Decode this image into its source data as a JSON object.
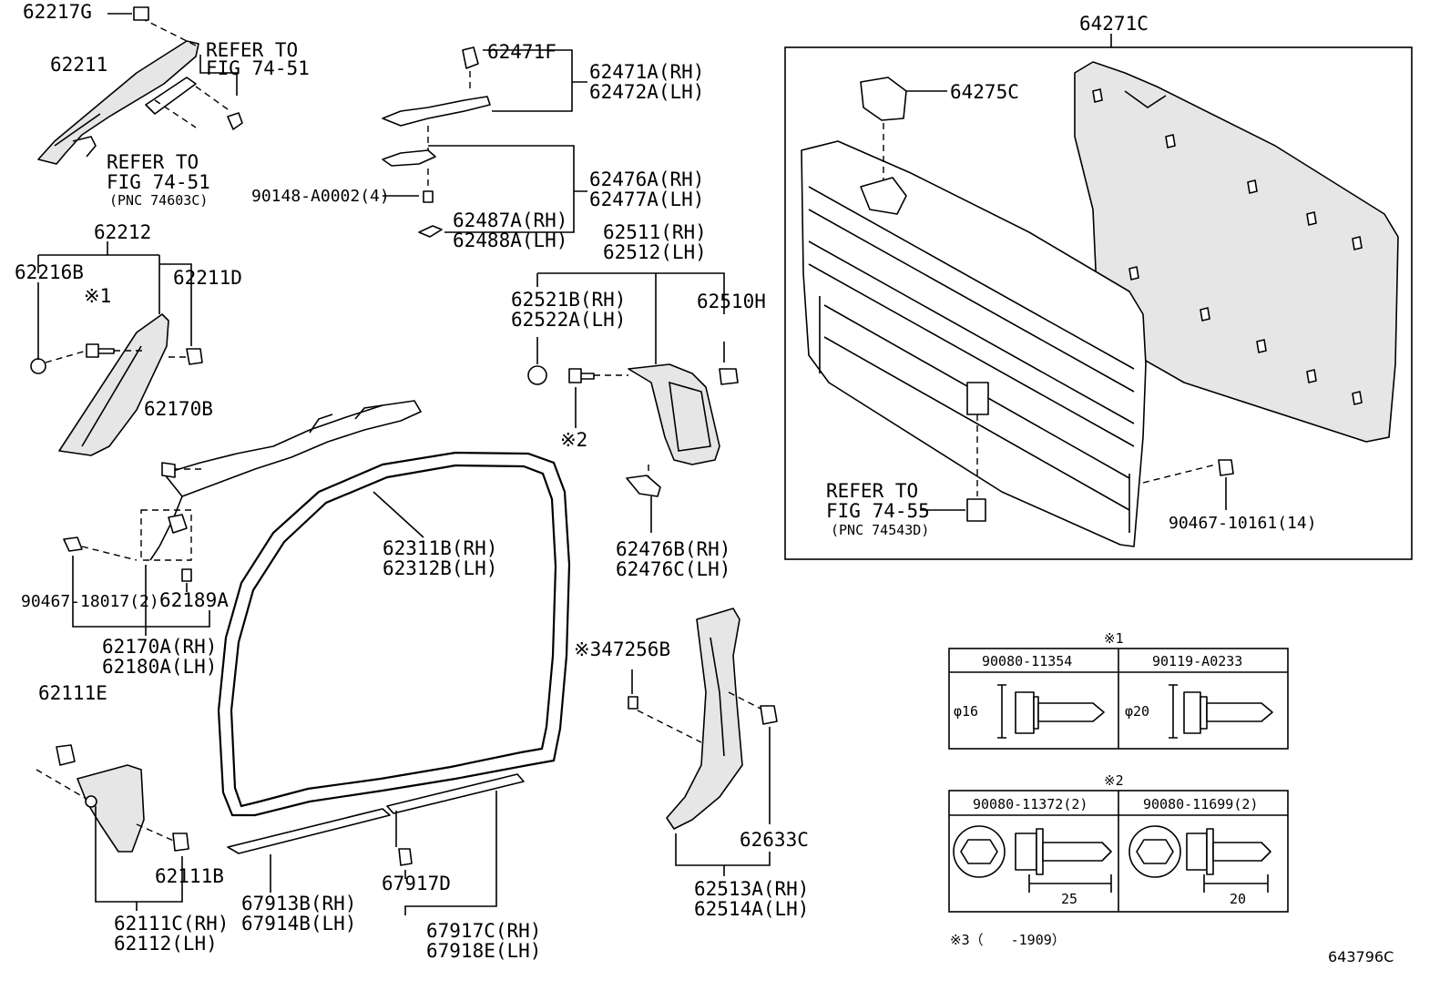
{
  "labels": {
    "l62217G": "62217G",
    "l62211": "62211",
    "refer1a": "REFER TO",
    "refer1b": "FIG 74-51",
    "refer2a": "REFER TO",
    "refer2b": "FIG 74-51",
    "refer2c": "(PNC 74603C)",
    "l62212": "62212",
    "l62216B": "62216B",
    "mark1": "※1",
    "l62211D": "62211D",
    "l62170B": "62170B",
    "l90467_18017": "90467-18017(2)",
    "l62189A": "62189A",
    "l62170A": "62170A(RH)",
    "l62180A": "62180A(LH)",
    "l62111E": "62111E",
    "l62111B": "62111B",
    "l62111C": "62111C(RH)",
    "l62112": "62112(LH)",
    "l62471F": "62471F",
    "l62471A": "62471A(RH)",
    "l62472A": "62472A(LH)",
    "l90148": "90148-A0002(4)",
    "l62476A": "62476A(RH)",
    "l62477A": "62477A(LH)",
    "l62487A": "62487A(RH)",
    "l62488A": "62488A(LH)",
    "l62511": "62511(RH)",
    "l62512": "62512(LH)",
    "l62521B": "62521B(RH)",
    "l62522A": "62522A(LH)",
    "l62510H": "62510H",
    "mark2": "※2",
    "l62476B": "62476B(RH)",
    "l62476C": "62476C(LH)",
    "l62311B": "62311B(RH)",
    "l62312B": "62312B(LH)",
    "mark3_47256B": "※347256B",
    "l62633C": "62633C",
    "l62513A": "62513A(RH)",
    "l62514A": "62514A(LH)",
    "l67913B": "67913B(RH)",
    "l67914B": "67914B(LH)",
    "l67917D": "67917D",
    "l67917C": "67917C(RH)",
    "l67918E": "67918E(LH)",
    "l64271C": "64271C",
    "l64275C": "64275C",
    "refer3a": "REFER TO",
    "refer3b": "FIG 74-55",
    "refer3c": "(PNC 74543D)",
    "l90467_10161": "90467-10161(14)"
  },
  "table1": {
    "mark": "※1",
    "col1": "90080-11354",
    "col2": "90119-A0233",
    "dim1": "φ16",
    "dim2": "φ20"
  },
  "table2": {
    "mark": "※2",
    "col1": "90080-11372(2)",
    "col2": "90080-11699(2)",
    "len1": "25",
    "len2": "20"
  },
  "footnote": "※3（　　-1909）",
  "diagram_id": "643796C"
}
